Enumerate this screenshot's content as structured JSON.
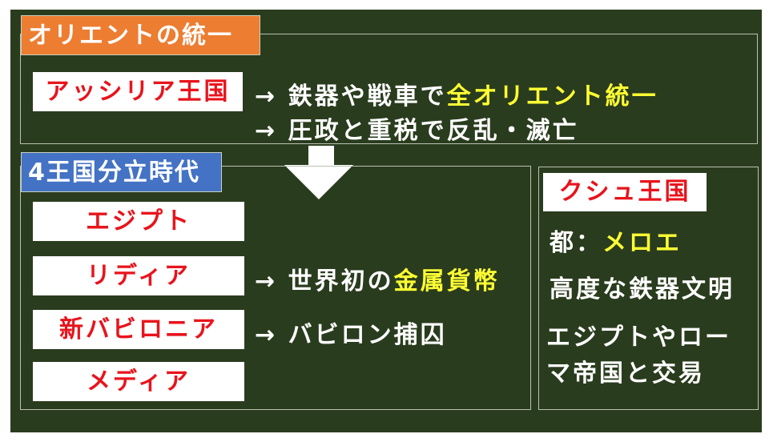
{
  "section1": {
    "title": "オリエントの統一",
    "title_color": "#ed7d31",
    "kingdom": "アッシリア王国",
    "line1_prefix": "→ 鉄器や戦車で",
    "line1_highlight": "全オリエント統一",
    "line2": "→ 圧政と重税で反乱・滅亡"
  },
  "section2": {
    "title": "4王国分立時代",
    "title_color": "#4472c4",
    "kingdoms": [
      {
        "name": "エジプト",
        "note_prefix": "",
        "note_highlight": ""
      },
      {
        "name": "リディア",
        "note_prefix": "→ 世界初の",
        "note_highlight": "金属貨幣"
      },
      {
        "name": "新バビロニア",
        "note_prefix": "→ バビロン捕囚",
        "note_highlight": ""
      },
      {
        "name": "メディア",
        "note_prefix": "",
        "note_highlight": ""
      }
    ]
  },
  "kush": {
    "title": "クシュ王国",
    "capital_label": "都：",
    "capital": "メロエ",
    "line2": "高度な鉄器文明",
    "line3": "エジプトやロー",
    "line4": "マ帝国と交易"
  }
}
